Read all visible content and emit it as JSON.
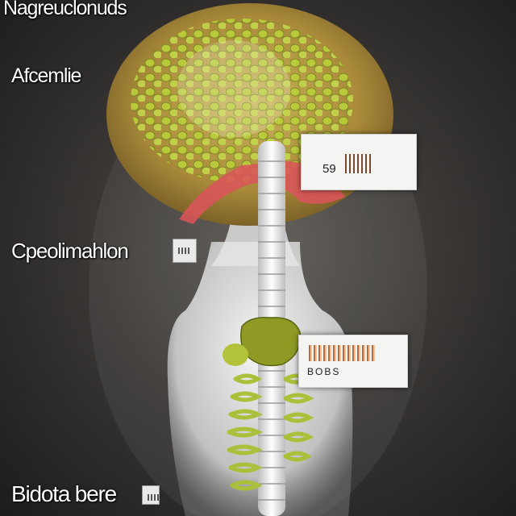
{
  "labels": {
    "top": "Nagreuclonuds",
    "mid": "Afcemlie",
    "center": "Cpeolimahlon",
    "bottom": "Bidota bere"
  },
  "callouts": {
    "upper_value": "59",
    "lower_value": "BOBS"
  },
  "colors": {
    "background": "#2b2927",
    "cell_green": "#b6c83e",
    "brain_tan": "#a88a3c",
    "muscle_red": "#d9545a",
    "body_white": "#eeeeee",
    "organ_olive": "#8e9a24"
  }
}
